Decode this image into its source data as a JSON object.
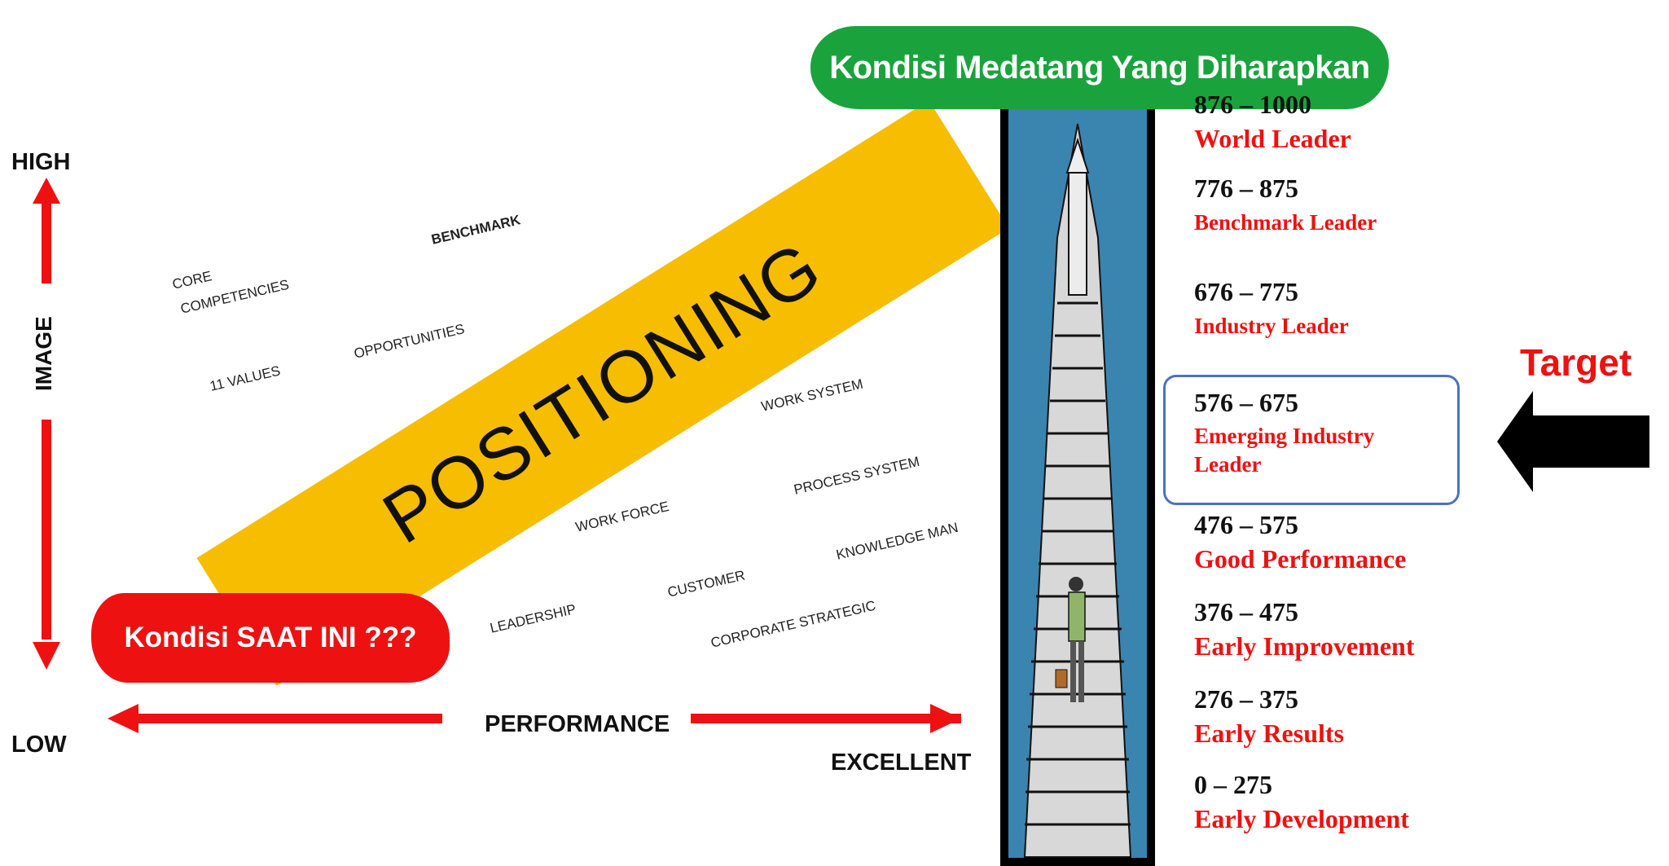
{
  "axes": {
    "high": "HIGH",
    "low": "LOW",
    "image": "IMAGE",
    "performance": "PERFORMANCE",
    "excellent": "EXCELLENT"
  },
  "banners": {
    "future": "Kondisi Medatang Yang Diharapkan",
    "current": "Kondisi SAAT INI ???",
    "positioning": "POSITIONING"
  },
  "words": {
    "benchmark": "BENCHMARK",
    "core": "CORE",
    "competencies": "COMPETENCIES",
    "opportunities": "OPPORTUNITIES",
    "values": "11 VALUES",
    "work_system": "WORK SYSTEM",
    "process_system": "PROCESS SYSTEM",
    "work_force": "WORK FORCE",
    "knowledge": "KNOWLEDGE MAN",
    "customer": "CUSTOMER",
    "leadership": "LEADERSHIP",
    "corporate": "CORPORATE STRATEGIC"
  },
  "levels": [
    {
      "range": "876 – 1000",
      "name": "World Leader"
    },
    {
      "range": "776 – 875",
      "name": "Benchmark Leader"
    },
    {
      "range": "676 – 775",
      "name": "Industry Leader"
    },
    {
      "range": "576 – 675",
      "name": "Emerging Industry",
      "name2": "Leader"
    },
    {
      "range": "476 – 575",
      "name": "Good Performance"
    },
    {
      "range": "376 – 475",
      "name": "Early Improvement"
    },
    {
      "range": "276 – 375",
      "name": "Early Results"
    },
    {
      "range": "0 – 275",
      "name": "Early Development"
    }
  ],
  "target": "Target",
  "colors": {
    "red": "#ee1111",
    "green": "#1aa33d",
    "yellow": "#f7bd00",
    "blue_box": "#4a72c4",
    "ladder_bg": "#3a84b0"
  }
}
